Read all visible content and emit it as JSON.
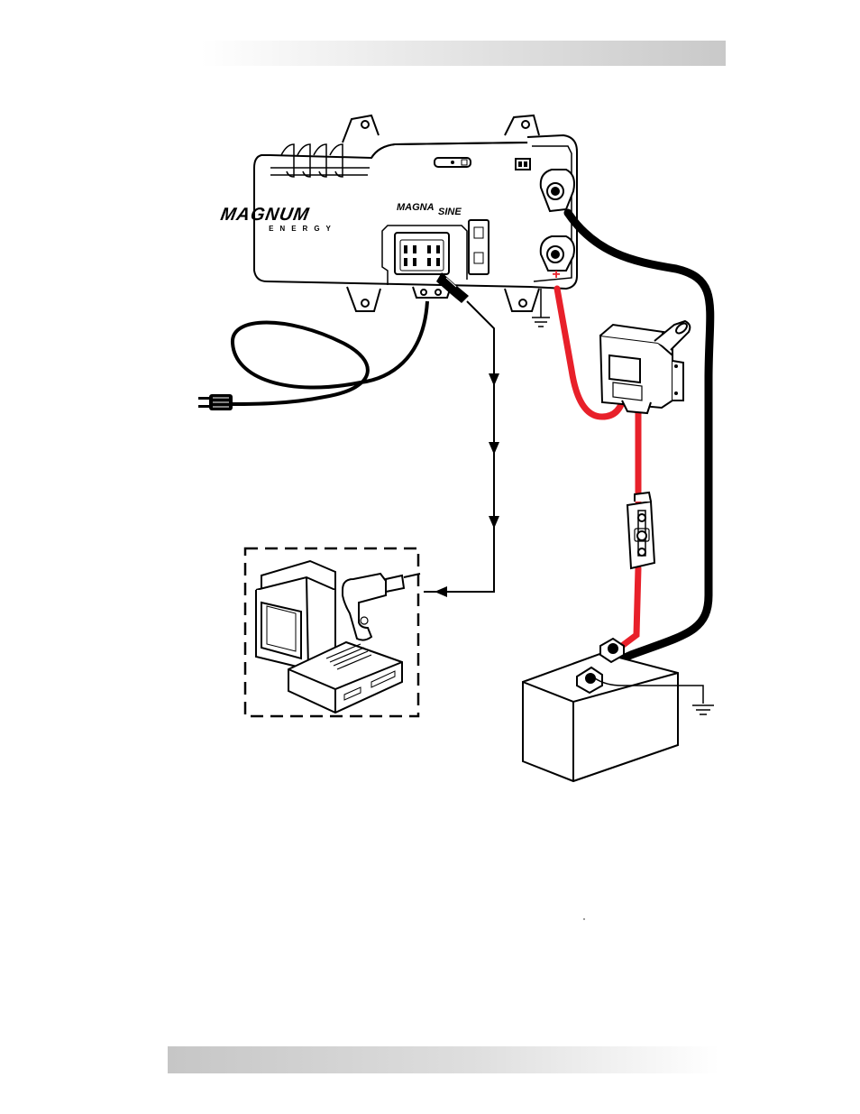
{
  "brand": {
    "logo_main": "MAGNUM",
    "logo_sub": "ENERGY",
    "product_left": "MAGNA",
    "product_right": "SINE"
  },
  "labels": {
    "positive_terminal": "+"
  },
  "colors": {
    "positive_cable": "#e8202a",
    "negative_cable": "#000000",
    "header_bar": "#c9c9c9",
    "footer_bar": "#c6c6c6"
  },
  "icons": [
    "inverter-unit",
    "ac-plug",
    "ground-symbol",
    "disconnect-switch",
    "fuse-holder",
    "battery",
    "television",
    "power-drill",
    "vcr"
  ]
}
